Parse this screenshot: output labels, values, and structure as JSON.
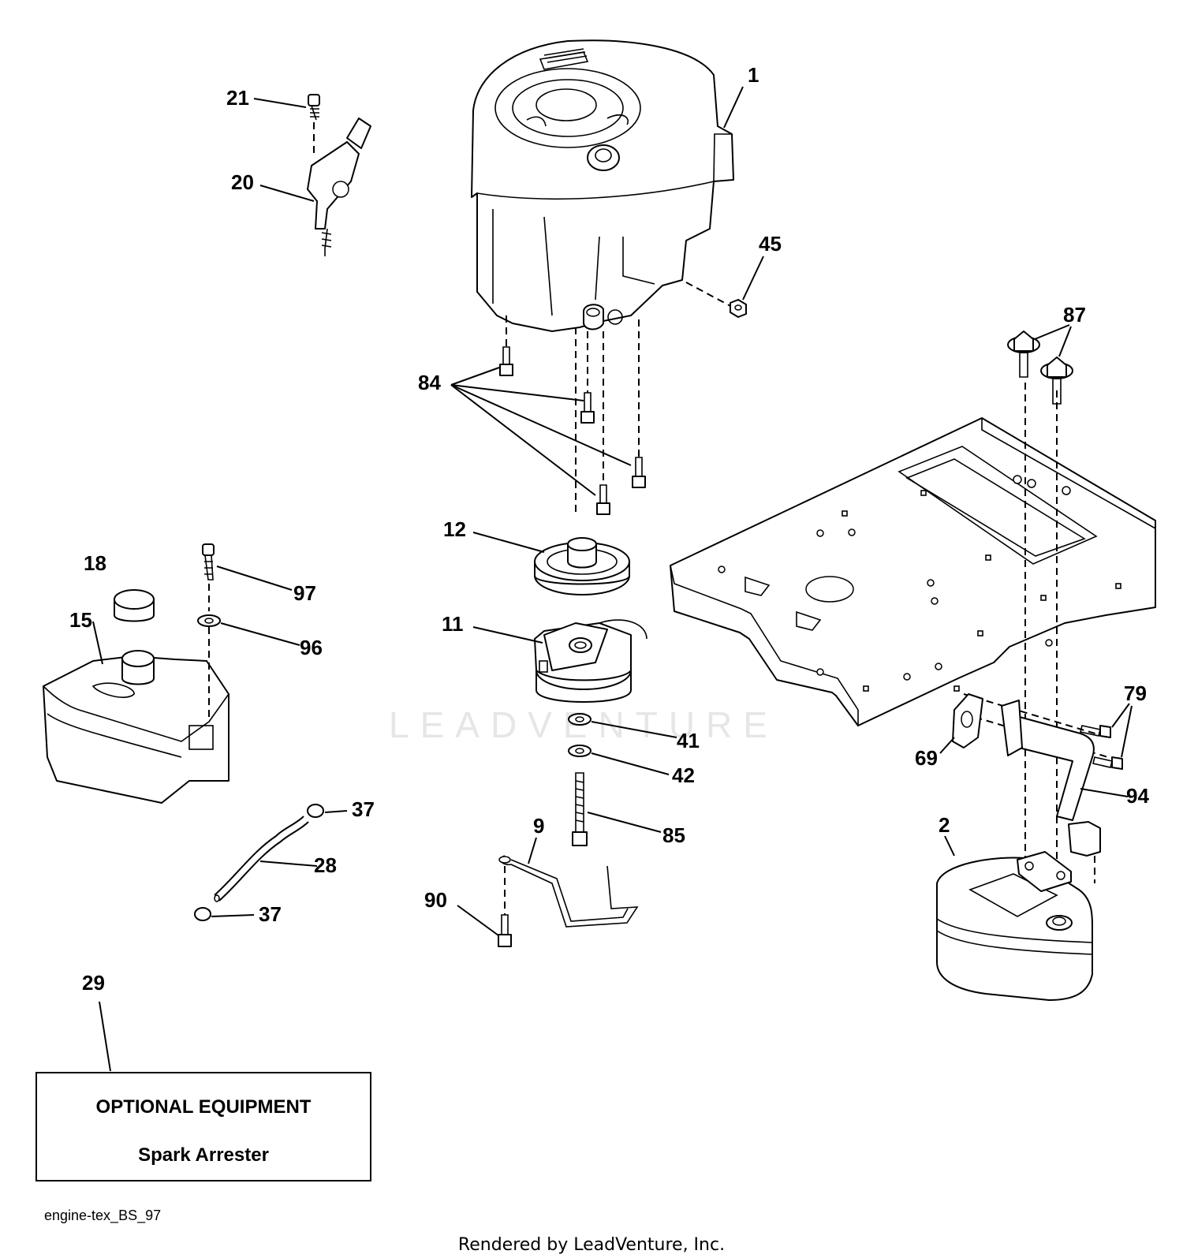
{
  "callouts": [
    {
      "id": "1",
      "text": "1"
    },
    {
      "id": "2",
      "text": "2"
    },
    {
      "id": "9",
      "text": "9"
    },
    {
      "id": "11",
      "text": "11"
    },
    {
      "id": "12",
      "text": "12"
    },
    {
      "id": "15",
      "text": "15"
    },
    {
      "id": "18",
      "text": "18"
    },
    {
      "id": "20",
      "text": "20"
    },
    {
      "id": "21",
      "text": "21"
    },
    {
      "id": "28",
      "text": "28"
    },
    {
      "id": "29",
      "text": "29"
    },
    {
      "id": "37a",
      "text": "37"
    },
    {
      "id": "37b",
      "text": "37"
    },
    {
      "id": "41",
      "text": "41"
    },
    {
      "id": "42",
      "text": "42"
    },
    {
      "id": "45",
      "text": "45"
    },
    {
      "id": "69",
      "text": "69"
    },
    {
      "id": "79",
      "text": "79"
    },
    {
      "id": "84",
      "text": "84"
    },
    {
      "id": "85",
      "text": "85"
    },
    {
      "id": "87",
      "text": "87"
    },
    {
      "id": "90",
      "text": "90"
    },
    {
      "id": "94",
      "text": "94"
    },
    {
      "id": "96",
      "text": "96"
    },
    {
      "id": "97",
      "text": "97"
    }
  ],
  "optional_box": {
    "title": "OPTIONAL EQUIPMENT",
    "item": "Spark Arrester"
  },
  "watermark": "LEADVENTURE",
  "diagram_code": "engine-tex_BS_97",
  "footer": "Rendered by LeadVenture, Inc."
}
